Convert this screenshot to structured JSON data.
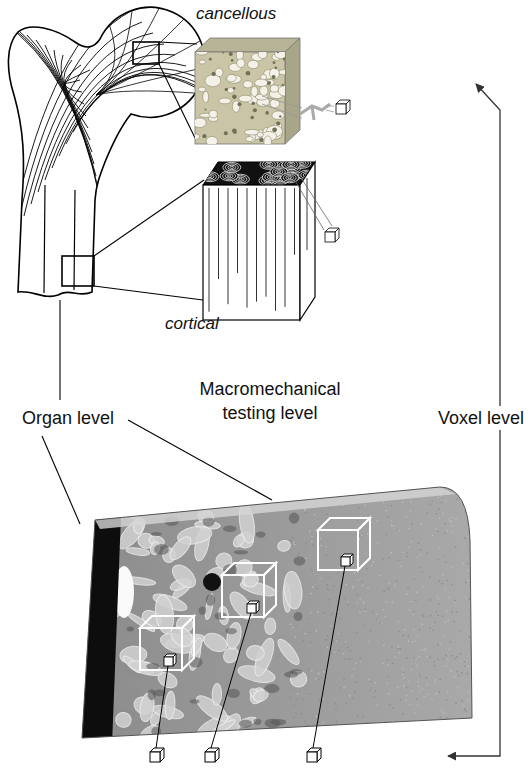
{
  "diagram": {
    "labels": [
      "cancellous",
      "cortical",
      "Macromechanical testing level",
      "Organ level",
      "Voxel level"
    ]
  }
}
